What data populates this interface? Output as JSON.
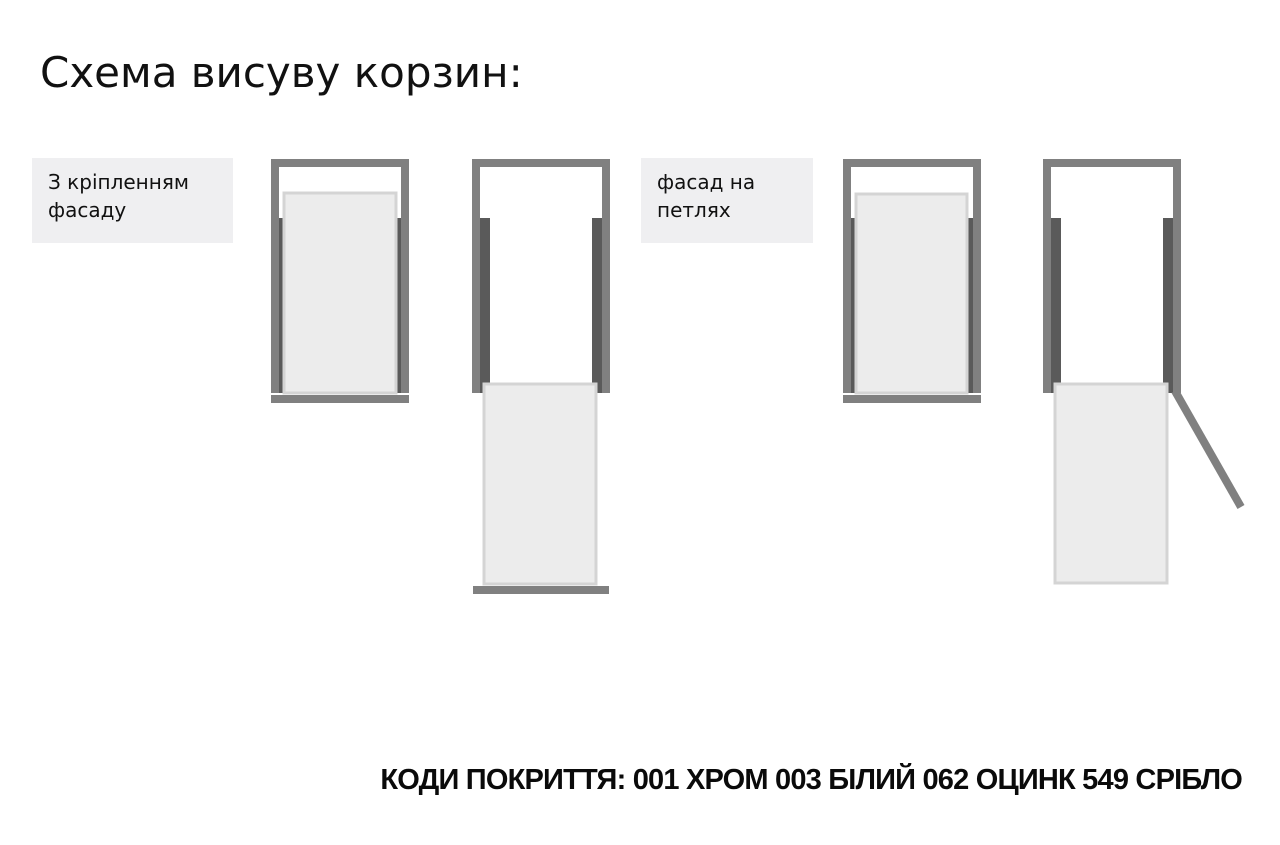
{
  "title": "Схема висуву корзин:",
  "labels": [
    {
      "line1": "З кріпленням",
      "line2": "фасаду"
    },
    {
      "line1": "фасад на",
      "line2": "петлях"
    }
  ],
  "coating_codes": "КОДИ ПОКРИТТЯ: 001 ХРОМ 003 БІЛИЙ 062 ОЦИНК 549 СРІБЛО",
  "colors": {
    "frame": "#808080",
    "rail": "#5a5a5a",
    "basket_fill": "#ececec",
    "basket_stroke": "#d4d4d4",
    "facade": "#808080"
  }
}
